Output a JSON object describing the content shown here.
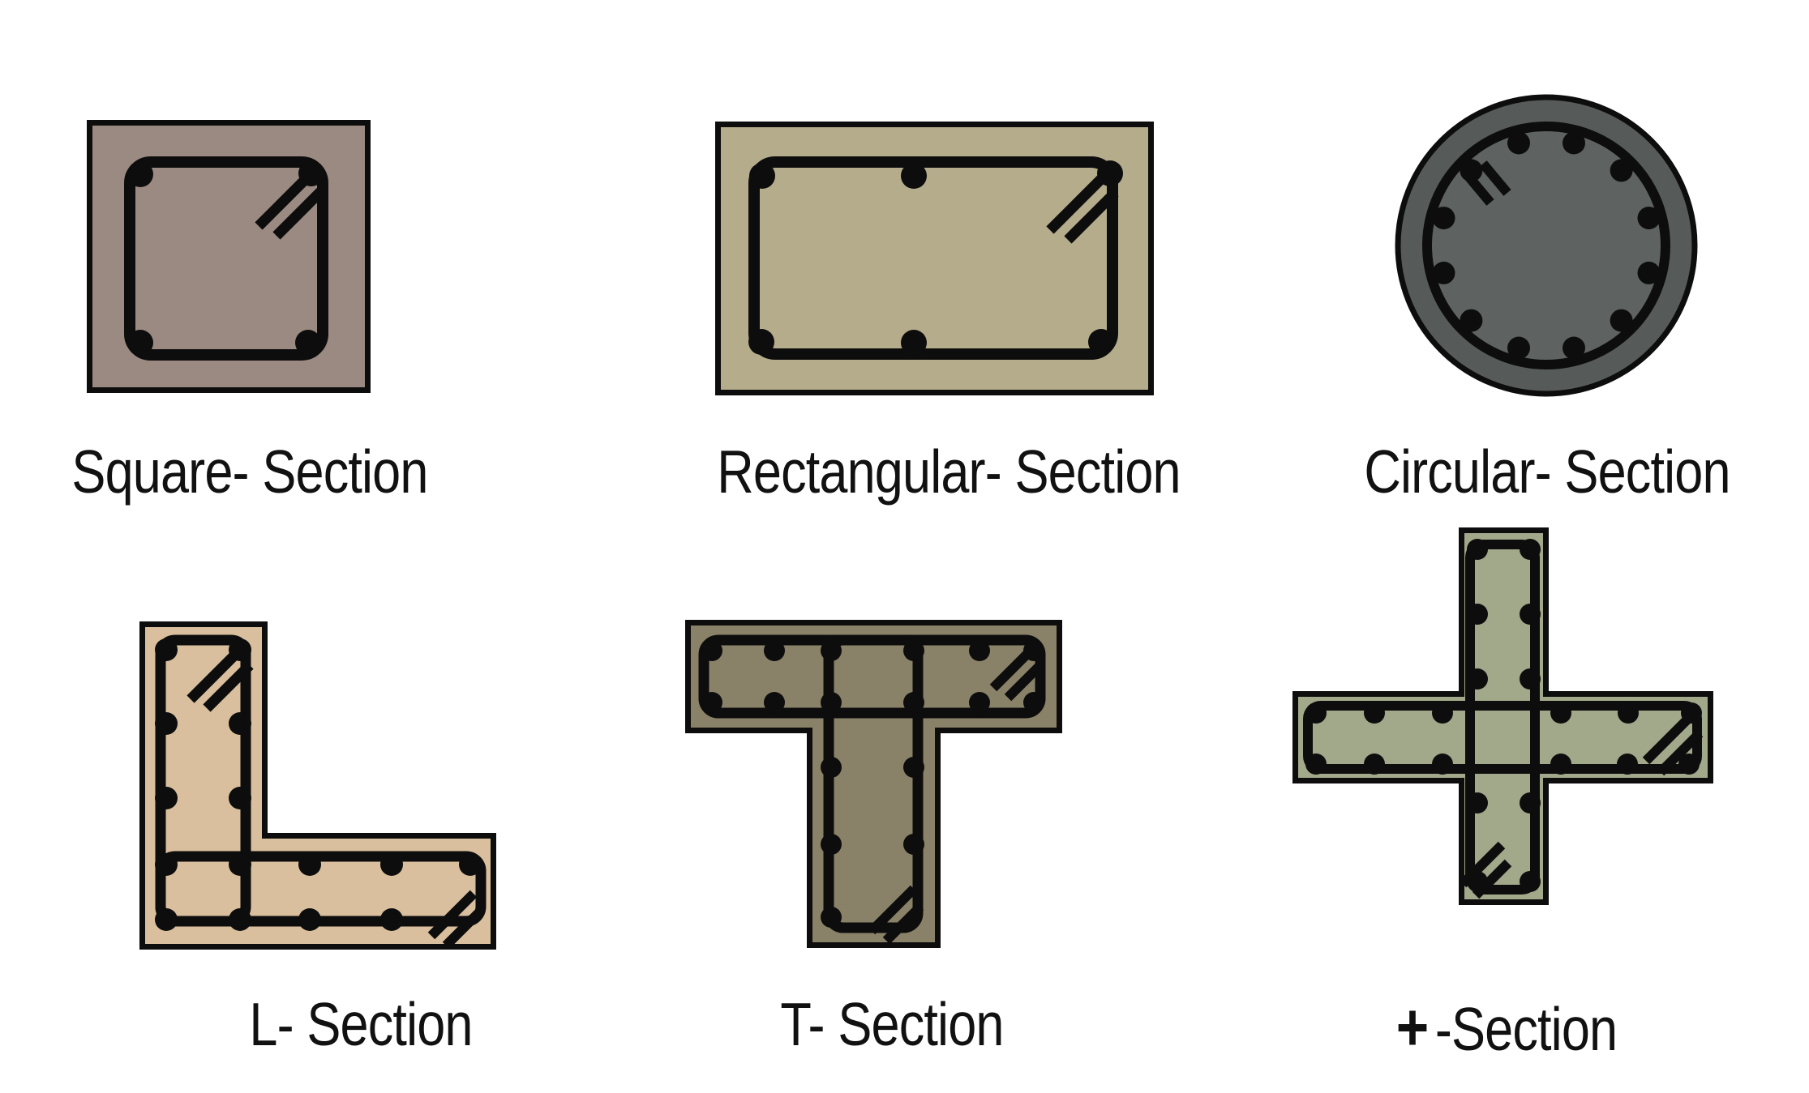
{
  "background": "#ffffff",
  "line_color": "#0d0d0d",
  "sections": {
    "square": {
      "label": "Square- Section",
      "fill": "#9b8a81",
      "rebar_count": 4
    },
    "rectangular": {
      "label": "Rectangular- Section",
      "fill": "#b5ac8c",
      "rebar_count": 6
    },
    "circular": {
      "label": "Circular- Section",
      "fill": "#565b59",
      "core_fill": "#5e6362",
      "rebar_count": 12
    },
    "l": {
      "label": "L- Section",
      "fill": "#d9bf9d",
      "rebar_count": 15
    },
    "t": {
      "label": "T- Section",
      "fill": "#8a8268",
      "rebar_count": 17
    },
    "plus": {
      "label_symbol": "+",
      "label_text": "-Section",
      "fill": "#a2a88a",
      "rebar_count": 22
    }
  }
}
